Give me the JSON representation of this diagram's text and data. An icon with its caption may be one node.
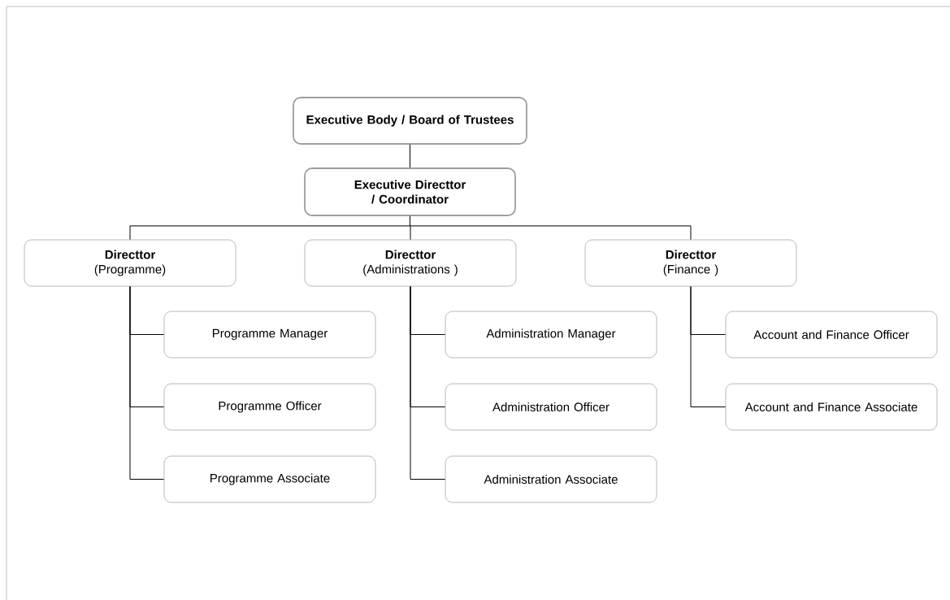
{
  "diagram": {
    "nodes": [
      {
        "text": [
          "Executive Body / Board of Trustees"
        ]
      },
      {
        "text": [
          "Executive Directtor / Coordinator"
        ]
      },
      {
        "text": [
          "Directtor",
          "(Programme)"
        ]
      },
      {
        "text": [
          "Directtor",
          "(Administrations )"
        ]
      },
      {
        "text": [
          "Directtor",
          "(Finance )"
        ]
      },
      {
        "text": [
          "Programme Manager"
        ]
      },
      {
        "text": [
          "Programme Officer"
        ]
      },
      {
        "text": [
          "Programme Associate"
        ]
      },
      {
        "text": [
          "Administration Manager"
        ]
      },
      {
        "text": [
          "Administration Officer"
        ]
      },
      {
        "text": [
          "Administration Associate"
        ]
      },
      {
        "text": [
          "Account and Finance Officer"
        ]
      },
      {
        "text": [
          "Account and Finance Associate"
        ]
      }
    ],
    "edges": [
      {
        "from": 0,
        "to": 1,
        "arrow": "none"
      },
      {
        "from": 1,
        "to": 2,
        "arrow": "none"
      },
      {
        "from": 1,
        "to": 3,
        "arrow": "none"
      },
      {
        "from": 1,
        "to": 4,
        "arrow": "none"
      },
      {
        "from": 2,
        "to": 5,
        "arrow": "none"
      },
      {
        "from": 2,
        "to": 6,
        "arrow": "none"
      },
      {
        "from": 2,
        "to": 7,
        "arrow": "none"
      },
      {
        "from": 3,
        "to": 8,
        "arrow": "none"
      },
      {
        "from": 3,
        "to": 9,
        "arrow": "none"
      },
      {
        "from": 3,
        "to": 10,
        "arrow": "none"
      },
      {
        "from": 4,
        "to": 11,
        "arrow": "none"
      },
      {
        "from": 4,
        "to": 12,
        "arrow": "none"
      }
    ]
  }
}
